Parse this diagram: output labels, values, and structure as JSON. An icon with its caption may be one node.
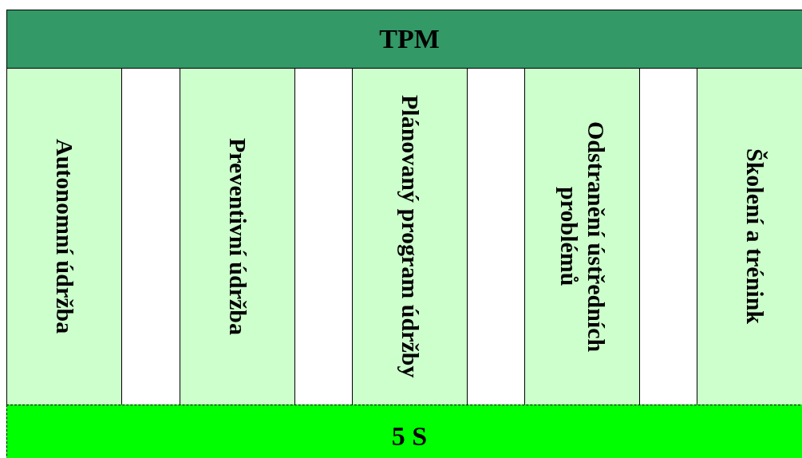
{
  "diagram": {
    "nodes": [
      {
        "text": [
          "TPM"
        ]
      },
      {
        "text": [
          "Autonomní údržba"
        ]
      },
      {
        "text": [
          "Preventivní údržba"
        ]
      },
      {
        "text": [
          "Plánovaný program údržby"
        ]
      },
      {
        "text": [
          "Odstranění ústředních problémů"
        ]
      },
      {
        "text": [
          "Školení a trénink"
        ]
      },
      {
        "text": [
          "5 S"
        ]
      }
    ]
  }
}
